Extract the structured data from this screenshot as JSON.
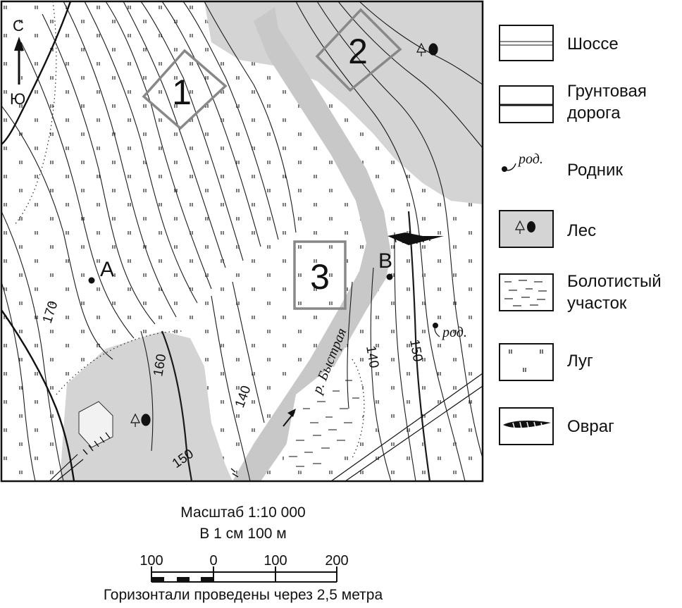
{
  "map": {
    "north_label": "С",
    "south_label": "Ю",
    "areas": [
      "1",
      "2",
      "3"
    ],
    "points": {
      "a": "А",
      "b": "В"
    },
    "river_label": "р. Быстрая",
    "spring_label": "род.",
    "contours": [
      "170",
      "160",
      "150",
      "140",
      "140",
      "150"
    ]
  },
  "legend": {
    "items": [
      {
        "icon": "highway-icon",
        "label": "Шоссе"
      },
      {
        "icon": "dirt-road-icon",
        "label_line1": "Грунтовая",
        "label_line2": "дорога"
      },
      {
        "icon": "spring-icon",
        "symbol": "род.",
        "label": "Родник"
      },
      {
        "icon": "forest-icon",
        "label": "Лес"
      },
      {
        "icon": "swamp-icon",
        "label_line1": "Болотистый",
        "label_line2": "участок"
      },
      {
        "icon": "meadow-icon",
        "label": "Луг"
      },
      {
        "icon": "ravine-icon",
        "label": "Овраг"
      }
    ]
  },
  "scale": {
    "title": "Масштаб 1:10 000",
    "subtitle": "В 1 см 100 м",
    "ticks": [
      "100",
      "0",
      "100",
      "200"
    ],
    "note": "Горизонтали проведены через 2,5 метра"
  }
}
